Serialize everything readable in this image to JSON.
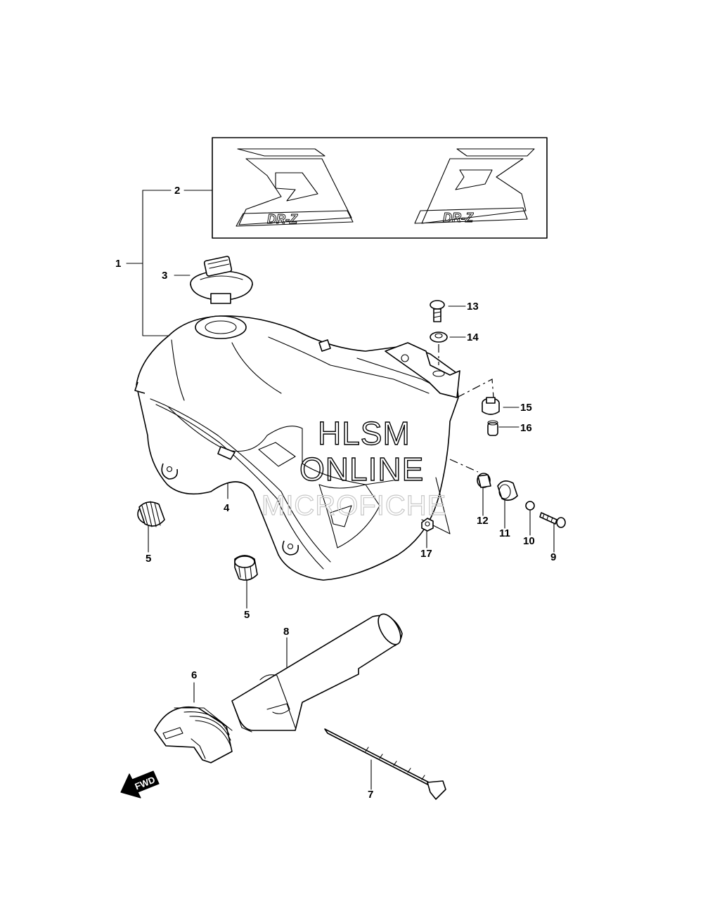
{
  "callouts": [
    "1",
    "2",
    "3",
    "4",
    "5",
    "5",
    "6",
    "7",
    "8",
    "9",
    "10",
    "11",
    "12",
    "13",
    "14",
    "15",
    "16",
    "17"
  ],
  "watermark": {
    "line1": "HLSM",
    "line2": "ONLINE",
    "line3": "MICROFICHE"
  },
  "decal_text": {
    "left": "DR-Z",
    "right": "DR-Z"
  },
  "fwd_label": "FWD"
}
